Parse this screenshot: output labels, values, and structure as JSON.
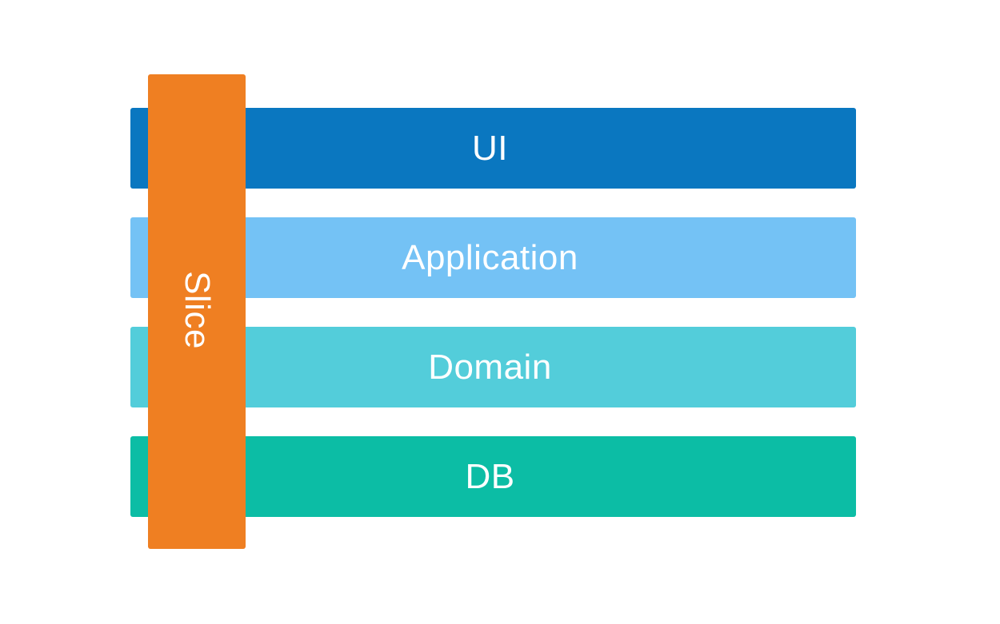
{
  "diagram": {
    "type": "layered-architecture-with-vertical-slice",
    "background_color": "#ffffff",
    "title": "",
    "layers": [
      {
        "id": "ui",
        "label": "UI",
        "color": "#0a77c0",
        "order": 1
      },
      {
        "id": "application",
        "label": "Application",
        "color": "#74c2f5",
        "order": 2
      },
      {
        "id": "domain",
        "label": "Domain",
        "color": "#53cdda",
        "order": 3
      },
      {
        "id": "db",
        "label": "DB",
        "color": "#0cbda5",
        "order": 4
      }
    ],
    "slice": {
      "id": "slice",
      "label": "Slice",
      "color": "#ef7f22",
      "text_orientation": "vertical-clockwise",
      "text_color": "#ffffff"
    },
    "label_text_color": "#ffffff"
  }
}
